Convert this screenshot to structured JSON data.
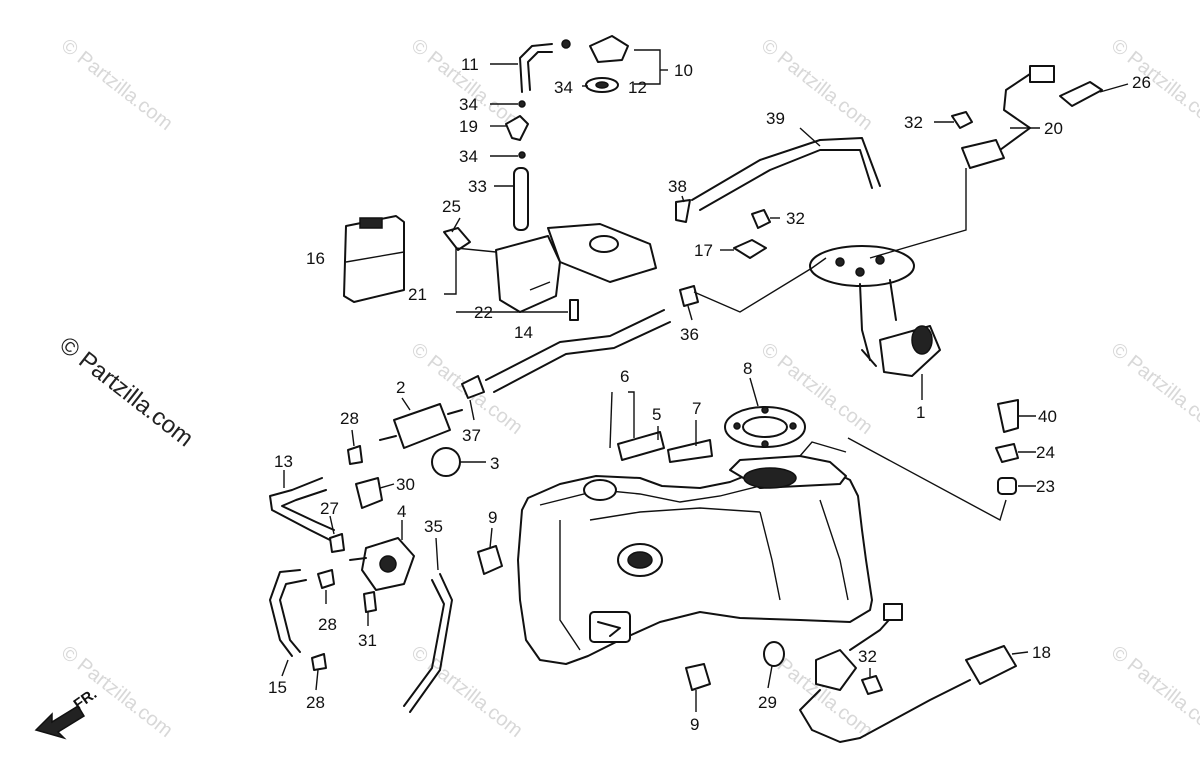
{
  "watermark": {
    "text": "© Partzilla.com",
    "color": "#d8d8d8",
    "main_color": "#222222"
  },
  "direction": {
    "label": "FR."
  },
  "callouts": [
    {
      "id": "c1",
      "label": "1"
    },
    {
      "id": "c2",
      "label": "2"
    },
    {
      "id": "c3",
      "label": "3"
    },
    {
      "id": "c4",
      "label": "4"
    },
    {
      "id": "c5",
      "label": "5"
    },
    {
      "id": "c6",
      "label": "6"
    },
    {
      "id": "c7",
      "label": "7"
    },
    {
      "id": "c8",
      "label": "8"
    },
    {
      "id": "c9a",
      "label": "9"
    },
    {
      "id": "c9b",
      "label": "9"
    },
    {
      "id": "c10",
      "label": "10"
    },
    {
      "id": "c11",
      "label": "11"
    },
    {
      "id": "c12",
      "label": "12"
    },
    {
      "id": "c13",
      "label": "13"
    },
    {
      "id": "c14",
      "label": "14"
    },
    {
      "id": "c15",
      "label": "15"
    },
    {
      "id": "c16",
      "label": "16"
    },
    {
      "id": "c17",
      "label": "17"
    },
    {
      "id": "c18",
      "label": "18"
    },
    {
      "id": "c19",
      "label": "19"
    },
    {
      "id": "c20",
      "label": "20"
    },
    {
      "id": "c21",
      "label": "21"
    },
    {
      "id": "c22",
      "label": "22"
    },
    {
      "id": "c23",
      "label": "23"
    },
    {
      "id": "c24",
      "label": "24"
    },
    {
      "id": "c25",
      "label": "25"
    },
    {
      "id": "c26",
      "label": "26"
    },
    {
      "id": "c27",
      "label": "27"
    },
    {
      "id": "c28a",
      "label": "28"
    },
    {
      "id": "c28b",
      "label": "28"
    },
    {
      "id": "c28c",
      "label": "28"
    },
    {
      "id": "c29",
      "label": "29"
    },
    {
      "id": "c30",
      "label": "30"
    },
    {
      "id": "c31",
      "label": "31"
    },
    {
      "id": "c32a",
      "label": "32"
    },
    {
      "id": "c32b",
      "label": "32"
    },
    {
      "id": "c32c",
      "label": "32"
    },
    {
      "id": "c33",
      "label": "33"
    },
    {
      "id": "c34a",
      "label": "34"
    },
    {
      "id": "c34b",
      "label": "34"
    },
    {
      "id": "c34c",
      "label": "34"
    },
    {
      "id": "c35",
      "label": "35"
    },
    {
      "id": "c36",
      "label": "36"
    },
    {
      "id": "c37",
      "label": "37"
    },
    {
      "id": "c38",
      "label": "38"
    },
    {
      "id": "c39",
      "label": "39"
    },
    {
      "id": "c40",
      "label": "40"
    }
  ]
}
